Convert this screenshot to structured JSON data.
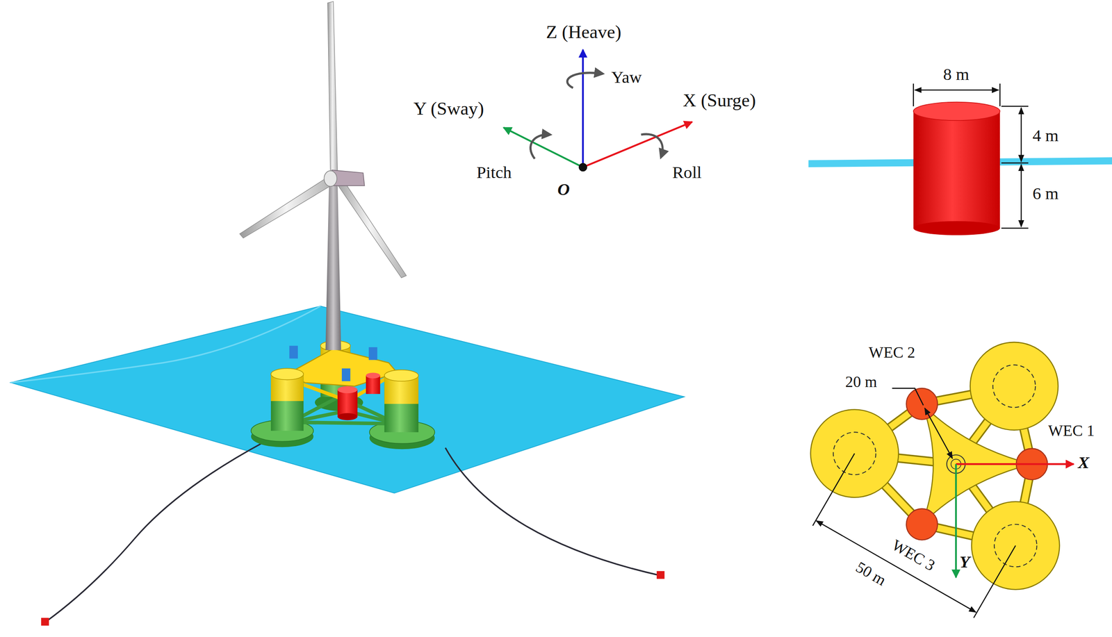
{
  "diagram": {
    "labels": [
      "Z (Heave)",
      "Yaw",
      "X (Surge)",
      "Y (Sway)",
      "Pitch",
      "O",
      "Roll",
      "8 m",
      "4 m",
      "6 m",
      "WEC 2",
      "20 m",
      "WEC 1",
      "X",
      "WEC 3",
      "Y",
      "50 m"
    ]
  }
}
